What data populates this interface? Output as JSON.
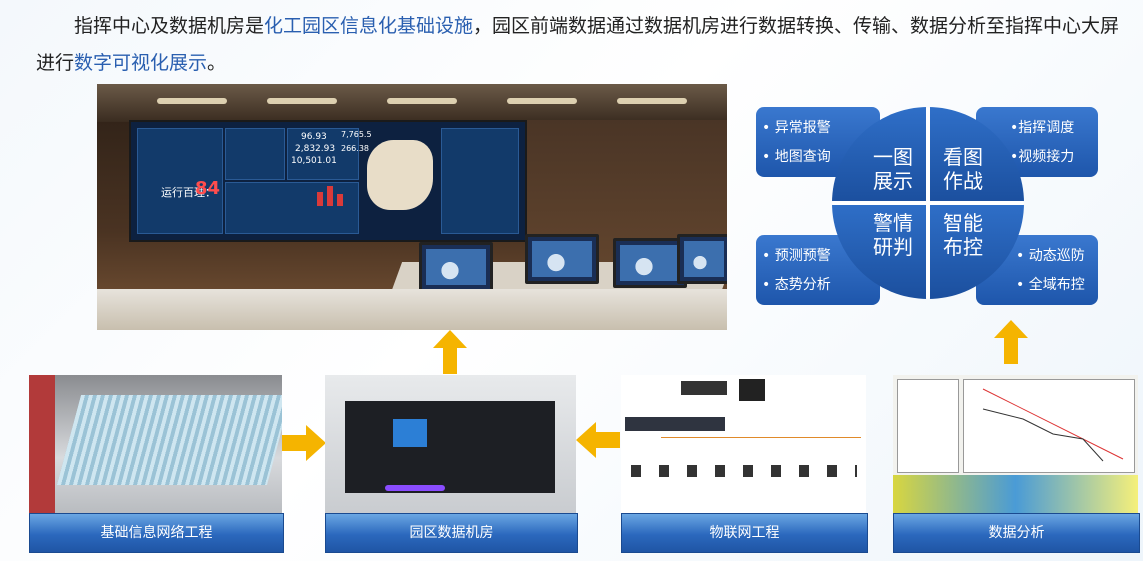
{
  "intro": {
    "t1": "指挥中心及数据机房是",
    "h1": "化工园区信息化基础设施",
    "t2": "，园区前端数据通过数据机房进行数据转换、传输、数据分析至指挥中心大屏进行",
    "h2": "数字可视化展示",
    "t3": "。"
  },
  "screen_text": {
    "big_number": "84",
    "big_label": "运行百理：",
    "n1": "96.93",
    "n2": "2,832.93",
    "n3": "10,501.01",
    "n4": "266.38",
    "n5": "7,765.5"
  },
  "quadrants": {
    "tl": "一图展示",
    "tr": "看图作战",
    "bl": "警情研判",
    "br": "智能布控"
  },
  "pills": {
    "tl": [
      "异常报警",
      "地图查询"
    ],
    "tr": [
      "指挥调度",
      "视频接力"
    ],
    "bl": [
      "预测预警",
      "态势分析"
    ],
    "br": [
      "动态巡防",
      "全域布控"
    ]
  },
  "bullet": "•",
  "colors": {
    "accent_blue": "#2a5fb0",
    "arrow_yellow": "#f5b400",
    "bar_blue": "#2b68bd"
  },
  "bottom": [
    {
      "label": "基础信息网络工程"
    },
    {
      "label": "园区数据机房"
    },
    {
      "label": "物联网工程"
    },
    {
      "label": "数据分析"
    }
  ]
}
